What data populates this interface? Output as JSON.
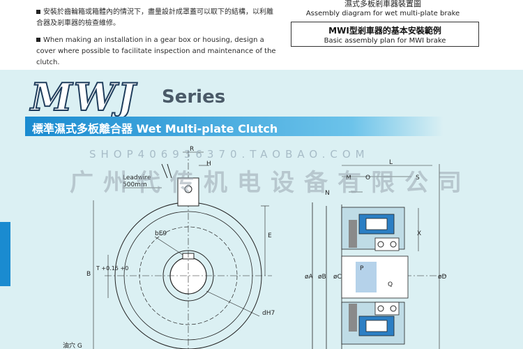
{
  "notes": {
    "zh_text": "安裝於齒輪箱或箱體內的情況下，盡量設計成罩蓋可以取下的結構，以利離合器及剎車器的檢查維修。",
    "en_text": "When making an installation in a gear box or housing, design a cover where possible to facilitate inspection and maintenance of the clutch."
  },
  "captions": {
    "top_zh": "濕式多板剎車器裝置圖",
    "top_en": "Assembly diagram for wet multi-plate brake",
    "box_zh": "MWI型剎車器的基本安裝範例",
    "box_en": "Basic assembly plan for MWI brake"
  },
  "heading": {
    "model": "MWJ",
    "series": "Series",
    "banner": "標準濕式多板離合器 Wet Multi-plate Clutch"
  },
  "watermark": {
    "shop": "SHOP406936370.TAOBAO.COM",
    "company": "广州代传机电设备有限公司"
  },
  "drawing_labels": {
    "R": "R",
    "H": "H",
    "leadwire": "Leadwire",
    "leadwire_len": "500mm",
    "bE9": "bE9",
    "E": "E",
    "B": "B",
    "T": "T +0.15 +0",
    "dH7": "dH7",
    "oil_hole": "油穴 G",
    "L": "L",
    "M": "M",
    "O": "O",
    "S": "S",
    "N": "N",
    "X": "X",
    "P": "P",
    "Q": "Q",
    "A": "øA",
    "Bd": "øB",
    "C": "øC",
    "D": "øD"
  },
  "colors": {
    "banner_blue": "#1a8bd0",
    "background_cyan": "#dbf0f3",
    "coil_blue": "#2c7fc4"
  }
}
